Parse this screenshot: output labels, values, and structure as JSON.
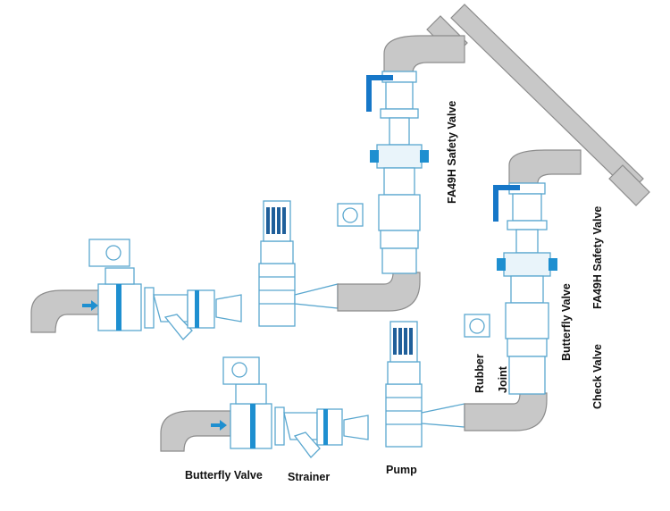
{
  "labels": {
    "fa49h_safety_valve_upper": "FA49H Safety Valve",
    "fa49h_safety_valve_lower": "FA49H Safety Valve",
    "butterfly_valve_vertical": "Butterfly Valve",
    "check_valve": "Check Valve",
    "rubber_joint_a": "Rubber",
    "rubber_joint_b": "Joint",
    "butterfly_valve_bottom": "Butterfly Valve",
    "strainer": "Strainer",
    "pump": "Pump"
  },
  "colors": {
    "pipe_fill": "#c8c8c8",
    "pipe_stroke": "#8c8c8c",
    "equipment_stroke": "#5aa7cf",
    "equipment_fill": "#ffffff",
    "motor_dark": "#1f5f9a",
    "flow_arrow": "#1e8fd0",
    "handle": "#1677c8",
    "label": "#111111"
  }
}
